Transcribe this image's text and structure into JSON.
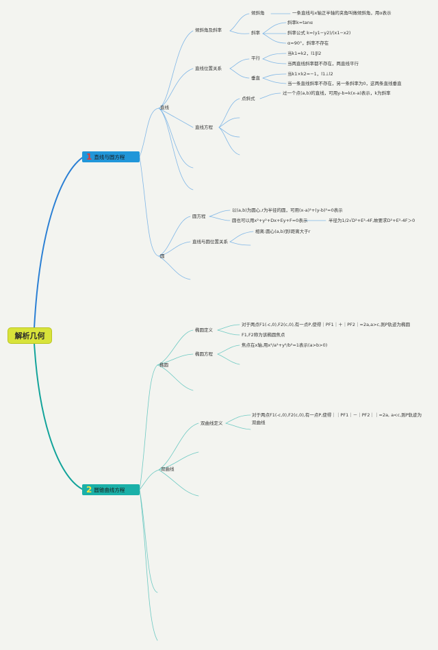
{
  "root": "解析几何",
  "branches": [
    {
      "num": "1",
      "label": "直线与圆方程",
      "color": "#2196d9",
      "nodes": {
        "line": "直线",
        "incline_slope": "倾斜角及斜率",
        "incline_angle": "倾斜角",
        "incline_angle_def": "一条直线与x轴正半轴的夹角叫做倾斜角，用α表示",
        "slope": "斜率",
        "slope_def": "斜率k=tanα",
        "slope_formula": "斜率公式 k=(y1−y2)/(x1−x2)",
        "slope_90": "α=90°，斜率不存在",
        "line_position": "直线位置关系",
        "parallel": "平行",
        "parallel_1": "当k1=k2，l1∥l2",
        "parallel_2": "当两直线斜率都不存在，两直线平行",
        "perpendicular": "垂直",
        "perp_1": "当k1×k2=−1，l1⊥l2",
        "perp_2": "当一条直线斜率不存在，另一条斜率为0，这两条直线垂直",
        "line_equation": "直线方程",
        "point_slope": "点斜式",
        "point_slope_def": "过一个点(a,b)的直线，可用y-b=k(x-a)表示，k为斜率",
        "circle": "圆",
        "circle_equation": "圆方程",
        "circle_eq_1": "以(a,b)为圆心,r为半径的圆，可用(x-a)²+(y-b)²=0表示",
        "circle_eq_2": "圆也可以用x²+y²+Dx+Ey+F=0表示",
        "circle_eq_radius": "半径为1/2√D²+E²-4F,故要求D²+E²-4F＞0",
        "line_circle": "直线与圆位置关系",
        "tangent": "相离:圆心(a,b)到l距离大于r"
      }
    },
    {
      "num": "2",
      "label": "圆锥曲线方程",
      "color": "#1ab0a8",
      "nodes": {
        "ellipse": "椭圆",
        "ellipse_def": "椭圆定义",
        "ellipse_def_1": "对于两点F1(-c,0),F2(c,0),有一点P,使得｜PF1｜＋｜PF2｜=2a,a>c,则P轨迹为椭圆",
        "ellipse_def_2": "F1,F2称为该椭圆焦点",
        "ellipse_eq": "椭圆方程",
        "ellipse_eq_1": "焦点在x轴,用x²/a²+y²/b²=1表示(a>b>0)",
        "hyperbola": "双曲线",
        "hyperbola_def": "双曲线定义",
        "hyperbola_def_1": "对于两点F1(-c,0),F2(c,0),有一点P,使得｜｜PF1｜－｜PF2｜｜=2a, a<c,则P轨迹为",
        "hyperbola_def_2": "双曲线"
      }
    }
  ]
}
